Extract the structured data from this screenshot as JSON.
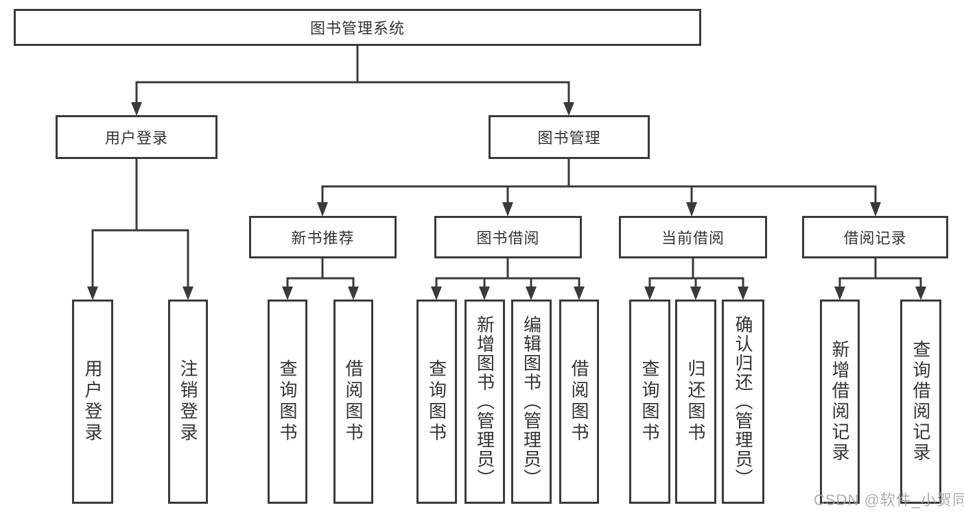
{
  "diagram_title": "图书管理系统",
  "colors": {
    "line": "#3a3a3a",
    "text": "#333333",
    "background": "#ffffff",
    "watermark": "#a0a0a0"
  },
  "nodes": {
    "root": "图书管理系统",
    "user_login": "用户登录",
    "book_management": "图书管理",
    "new_book_recommend": "新书推荐",
    "book_borrowing": "图书借阅",
    "current_borrowing": "当前借阅",
    "borrowing_records": "借阅记录",
    "leaf_user_login": "用户登录",
    "leaf_logout": "注销登录",
    "leaf_newbook_query": "查询图书",
    "leaf_newbook_borrow": "借阅图书",
    "leaf_borrow_query": "查询图书",
    "leaf_borrow_add": "新增图书（管理员）",
    "leaf_borrow_edit": "编辑图书（管理员）",
    "leaf_borrow_borrow": "借阅图书",
    "leaf_current_query": "查询图书",
    "leaf_current_return": "归还图书",
    "leaf_current_confirm": "确认归还（管理员）",
    "leaf_records_add": "新增借阅记录",
    "leaf_records_query": "查询借阅记录"
  },
  "watermark": "CSDN @软件_小贺同学"
}
